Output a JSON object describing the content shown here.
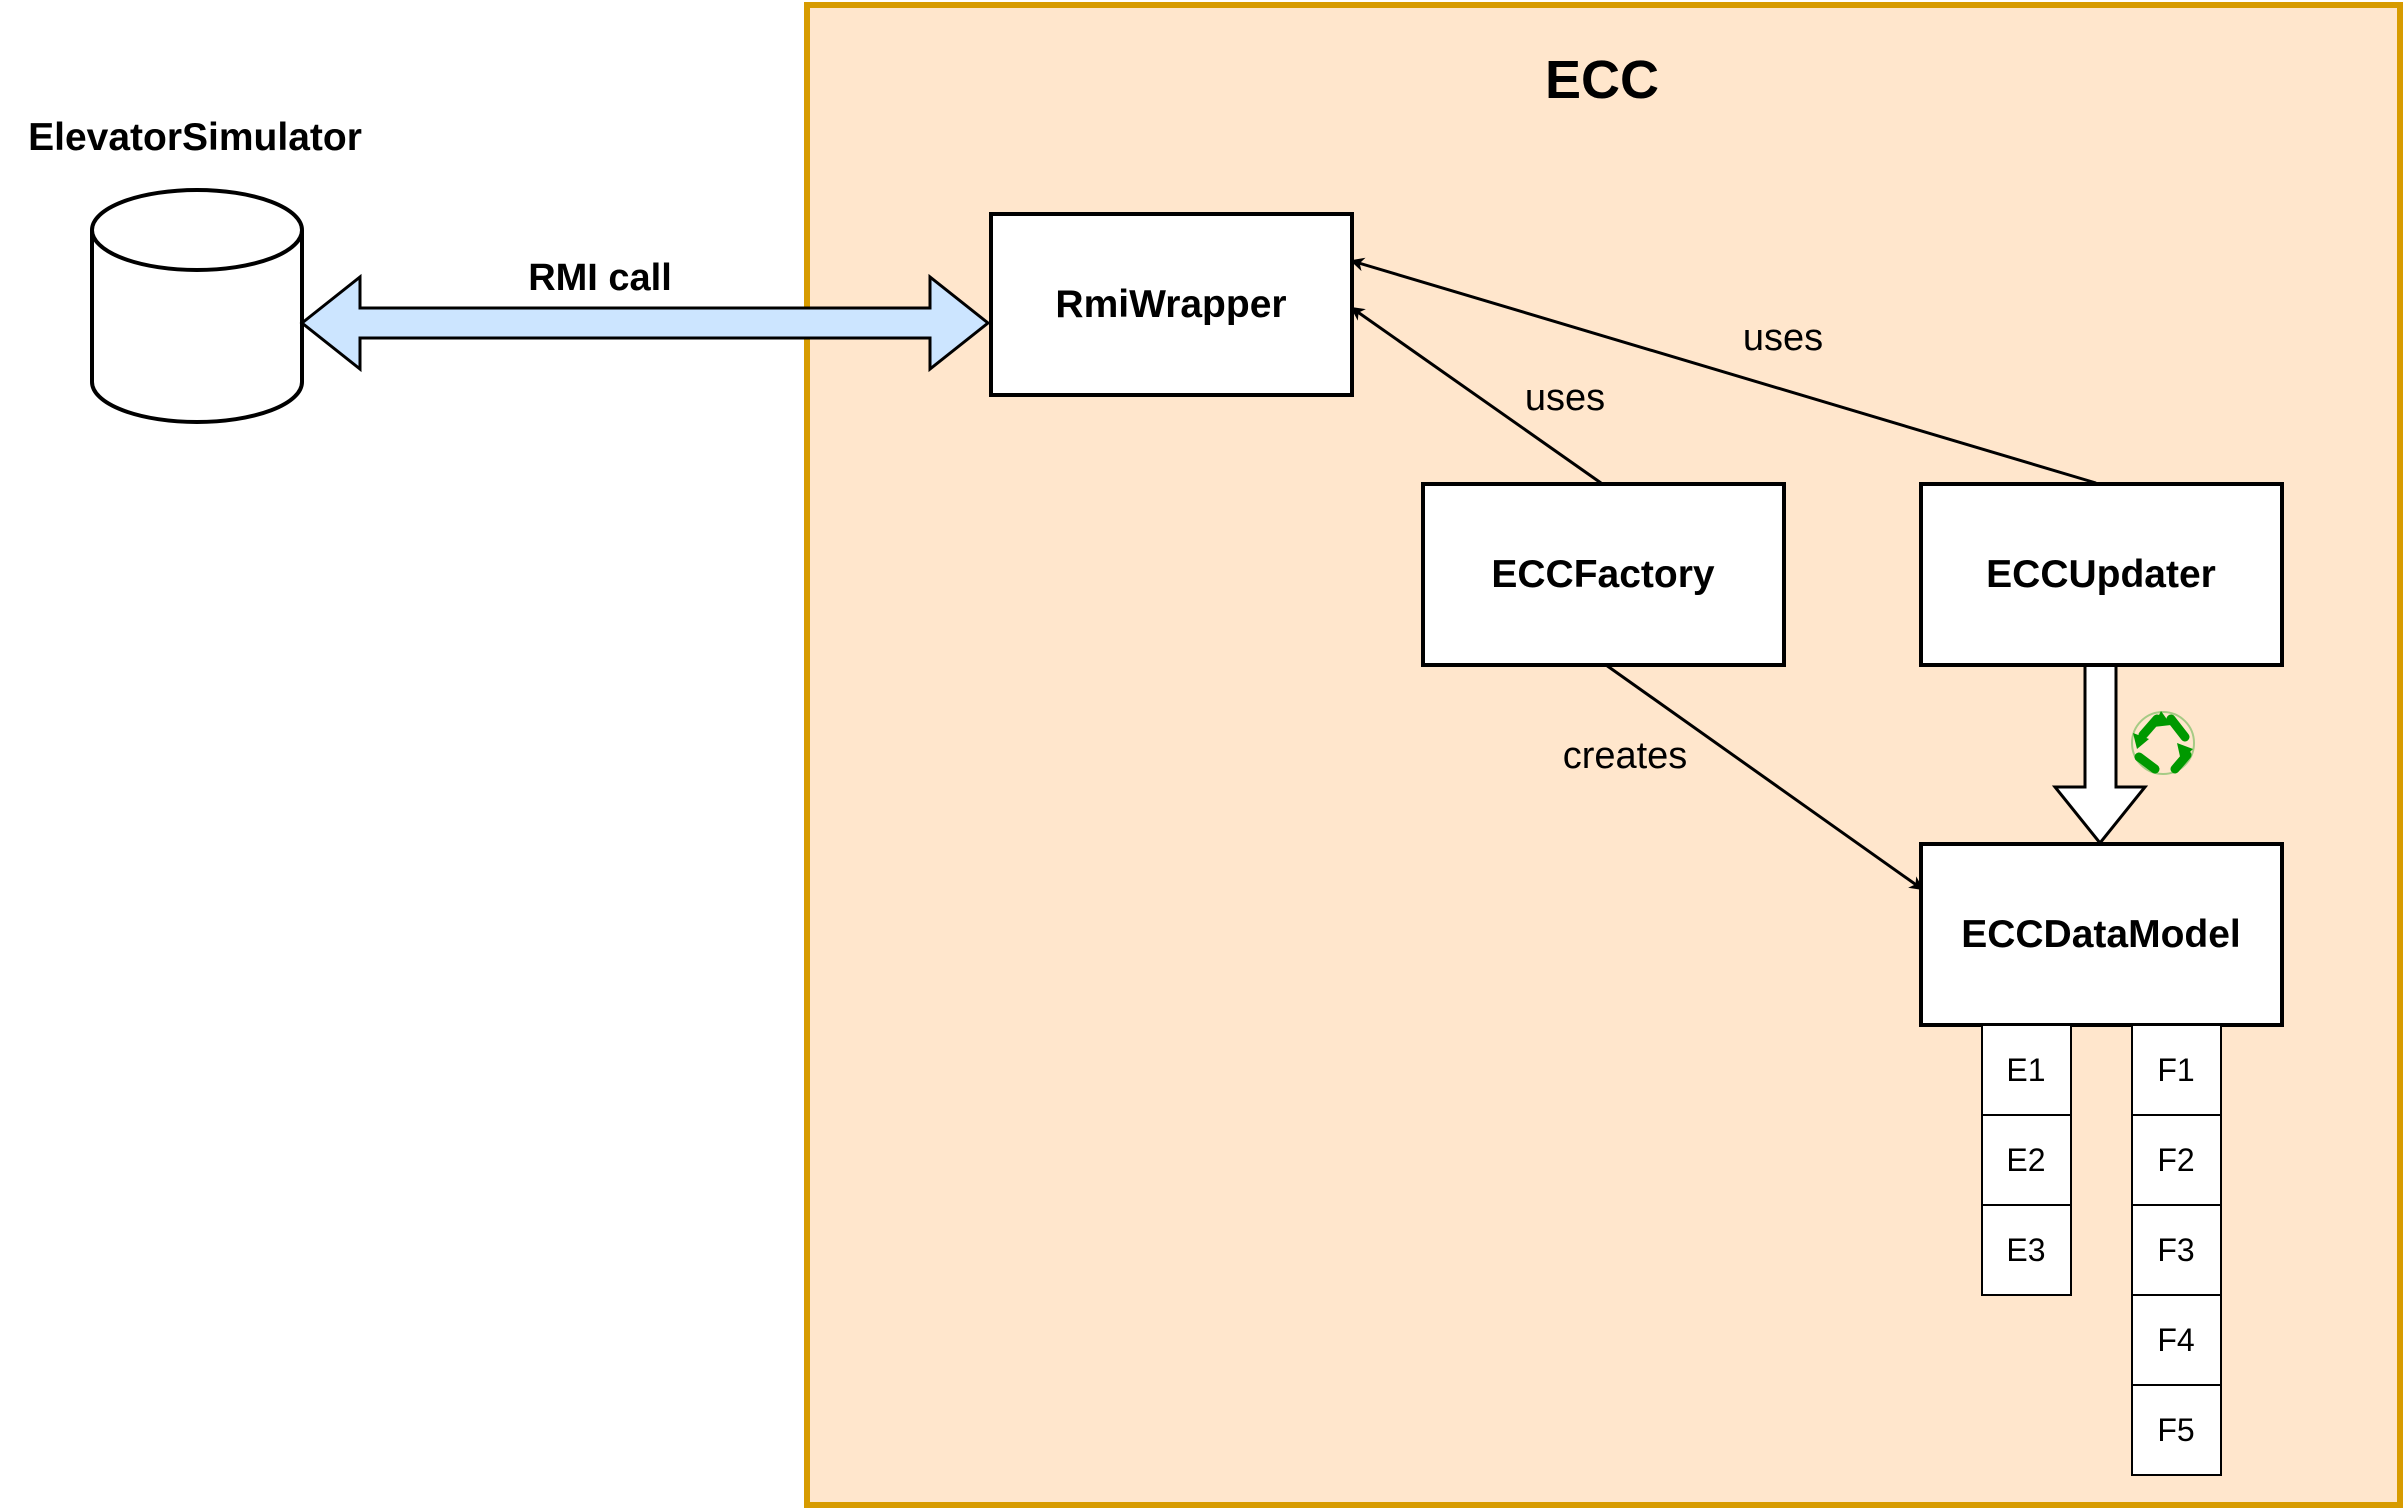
{
  "container": {
    "title": "ECC"
  },
  "database": {
    "label": "ElevatorSimulator"
  },
  "rmi": {
    "label": "RMI call"
  },
  "components": {
    "rmi_wrapper": "RmiWrapper",
    "ecc_factory": "ECCFactory",
    "ecc_updater": "ECCUpdater",
    "ecc_data_model": "ECCDataModel"
  },
  "edges": {
    "factory_uses": "uses",
    "updater_uses": "uses",
    "factory_creates": "creates"
  },
  "elevators": [
    "E1",
    "E2",
    "E3"
  ],
  "floors": [
    "F1",
    "F2",
    "F3",
    "F4",
    "F5"
  ],
  "colors": {
    "container_fill": "#FFE6CC",
    "container_border": "#D79B00",
    "rmi_arrow_fill": "#CCE5FF",
    "recycle_icon": "#009900"
  },
  "icons": {
    "refresh": "recycle-icon"
  }
}
